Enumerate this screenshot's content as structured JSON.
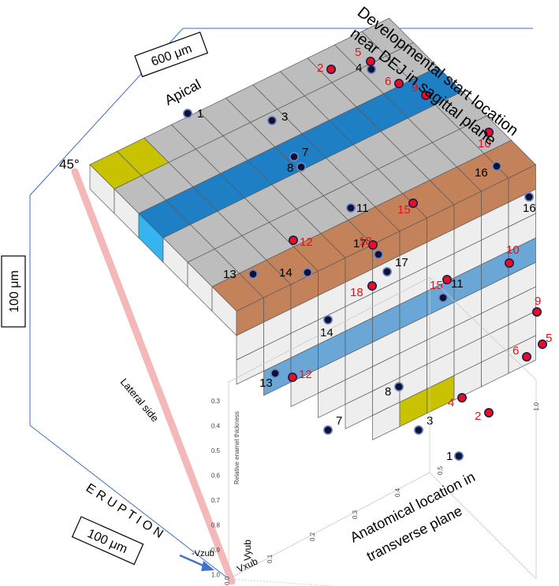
{
  "colors": {
    "gray_top": "#bdbdbd",
    "gray_front": "#eeeeee",
    "gray_side": "#d6d6d6",
    "blue": "#1f7fc4",
    "blue_light": "#6aa7d6",
    "orange": "#c4825a",
    "yellow": "#c8c200",
    "red_dot": "#e8101a",
    "dark_dot": "#111133",
    "pink_line": "#f5b8b8",
    "frame_line": "#3b6fc4",
    "arrow": "#4472c4"
  },
  "labels": {
    "title_line1": "Developmental start location",
    "title_line2": "near DEJ in sagittal plane",
    "box_600": "600 μm",
    "apical": "Apical",
    "angle": "45°",
    "box_100_vertical": "100 μm",
    "lateral_side": "Lateral side",
    "eruption": "E R U P T I O N",
    "box_100_bottom": "100 μm",
    "anatomical_line1": "Anatomical location in",
    "anatomical_line2": "transverse plane",
    "axis_rel_enamel": "Relative enamel thickness",
    "vyub": "Vyub",
    "neg_vzub": "-Vzub",
    "vxub": "Vxub"
  },
  "axis_ticks": {
    "vertical": [
      "0.3",
      "0.4",
      "0.5",
      "0.6",
      "0.7",
      "0.8",
      "0.9",
      "1.0"
    ],
    "horizontal": [
      "0.0",
      "0.1",
      "0.2",
      "0.3",
      "0.4",
      "0.5"
    ],
    "right": "1.0"
  },
  "markers_top": [
    {
      "n": "1",
      "color": "black"
    },
    {
      "n": "2",
      "color": "red"
    },
    {
      "n": "3",
      "color": "black"
    },
    {
      "n": "4",
      "color": "black"
    },
    {
      "n": "5",
      "color": "red"
    },
    {
      "n": "6",
      "color": "red"
    },
    {
      "n": "7",
      "color": "black"
    },
    {
      "n": "8",
      "color": "black"
    },
    {
      "n": "9",
      "color": "red"
    },
    {
      "n": "10",
      "color": "red"
    },
    {
      "n": "11",
      "color": "black"
    },
    {
      "n": "12",
      "color": "red"
    },
    {
      "n": "13",
      "color": "black"
    },
    {
      "n": "14",
      "color": "black"
    },
    {
      "n": "15",
      "color": "red"
    },
    {
      "n": "16",
      "color": "black"
    },
    {
      "n": "17",
      "color": "black"
    },
    {
      "n": "18",
      "color": "red"
    }
  ],
  "markers_front": [
    {
      "n": "1",
      "color": "black"
    },
    {
      "n": "2",
      "color": "red"
    },
    {
      "n": "3",
      "color": "black"
    },
    {
      "n": "4",
      "color": "red"
    },
    {
      "n": "5",
      "color": "red"
    },
    {
      "n": "6",
      "color": "red"
    },
    {
      "n": "7",
      "color": "black"
    },
    {
      "n": "8",
      "color": "black"
    },
    {
      "n": "9",
      "color": "red"
    },
    {
      "n": "10",
      "color": "red"
    },
    {
      "n": "11",
      "color": "black"
    },
    {
      "n": "12",
      "color": "red"
    },
    {
      "n": "13",
      "color": "black"
    },
    {
      "n": "14",
      "color": "black"
    },
    {
      "n": "15",
      "color": "red"
    },
    {
      "n": "16",
      "color": "black"
    },
    {
      "n": "17",
      "color": "black"
    },
    {
      "n": "18",
      "color": "red"
    }
  ]
}
